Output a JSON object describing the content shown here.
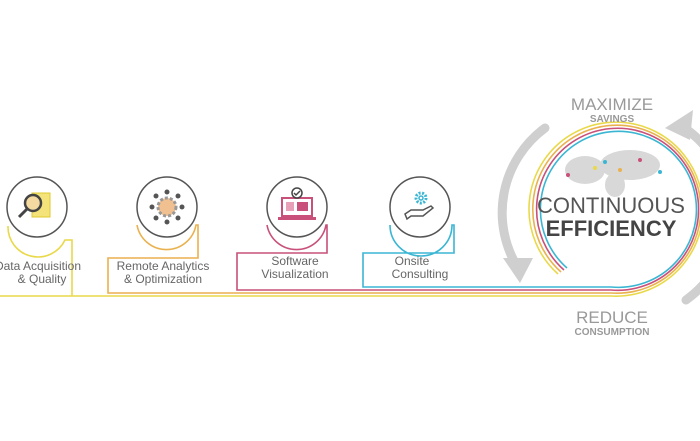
{
  "colors": {
    "yellow": "#e9d94a",
    "orange": "#eab14f",
    "magenta": "#c8507a",
    "cyan": "#3ab6d3",
    "gray": "#c8c8c8"
  },
  "steps": [
    {
      "line1": "Data Acquisition",
      "line2": "& Quality",
      "icon": "magnifier-document-icon"
    },
    {
      "line1": "Remote Analytics",
      "line2": "& Optimization",
      "icon": "network-gear-icon"
    },
    {
      "line1": "Software",
      "line2": "Visualization",
      "icon": "laptop-dashboard-icon"
    },
    {
      "line1": "Onsite",
      "line2": "Consulting",
      "icon": "hand-gear-icon"
    }
  ],
  "center": {
    "line1": "CONTINUOUS",
    "line2": "EFFICIENCY"
  },
  "top": {
    "line1": "MAXIMIZE",
    "line2": "SAVINGS"
  },
  "bottom": {
    "line1": "REDUCE",
    "line2": "CONSUMPTION"
  }
}
